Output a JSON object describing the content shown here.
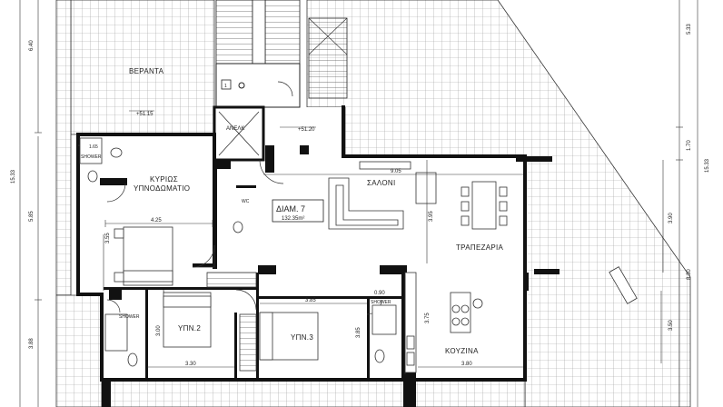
{
  "rooms": {
    "veranda": "ΒΕΡΑΝΤΑ",
    "master_bedroom_line1": "ΚΥΡΙΩΣ",
    "master_bedroom_line2": "ΥΠΝΟΔΩΜΑΤΙΟ",
    "living_room": "ΣΑΛΟΝΙ",
    "dining": "ΤΡΑΠΕΖΑΡΙΑ",
    "kitchen": "ΚΟΥΖΙΝΑ",
    "bedroom_2": "ΥΠΝ.2",
    "bedroom_3": "ΥΠΝ.3",
    "elevator": "ΑΝΕΛΚ",
    "wc": "WC",
    "shower_1": "SHOWER",
    "shower_2": "SHOWER",
    "shower_3": "SHOWER"
  },
  "apartment": {
    "label": "ΔΙΑΜ. 7",
    "area": "132.35m²"
  },
  "levels": {
    "terrace": "+51.15",
    "landing": "+51.20"
  },
  "stair_tag": "1",
  "dimensions": {
    "d_640": "6.40",
    "d_1533_left": "15.33",
    "d_585": "5.85",
    "d_355": "3.55",
    "d_388": "3.88",
    "d_425": "4.25",
    "d_905": "9.05",
    "d_395": "3.95",
    "d_385_h": "3.85",
    "d_090": "0.90",
    "d_300": "3.00",
    "d_330": "3.30",
    "d_385_v": "3.85",
    "d_375": "3.75",
    "d_380": "3.80",
    "d_533": "5.33",
    "d_170": "1.70",
    "d_390": "3.90",
    "d_830": "8.30",
    "d_1533_right": "15.33",
    "d_350": "3.50",
    "d_165": "1.65"
  },
  "colors": {
    "wall": "#111111",
    "line": "#333333",
    "tile": "#9a9a9a",
    "watermark": "#d9d9d9"
  }
}
